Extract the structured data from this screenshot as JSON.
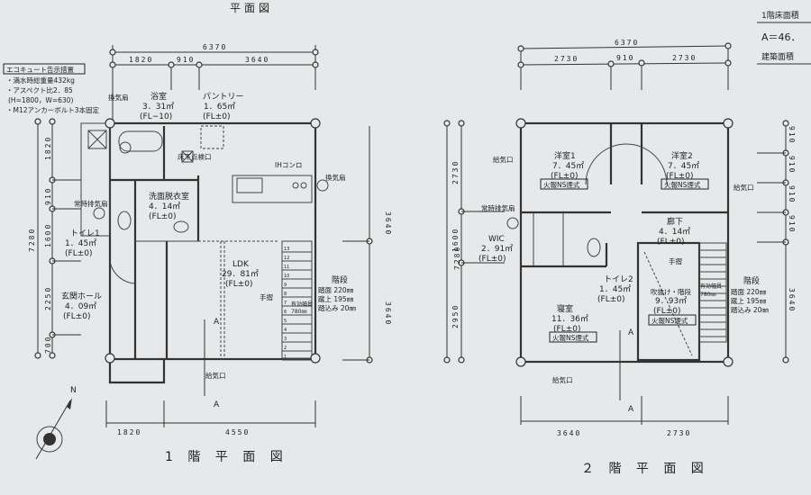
{
  "header": {
    "partial_title": "平面図"
  },
  "area_table": {
    "floor1_label": "1階床面積",
    "floor1_value": "A＝46．",
    "building_area_label": "建築面積"
  },
  "floor1": {
    "title": "1 階 平 面 図",
    "dims_top": {
      "total": "6370",
      "segments": [
        "1820",
        "910",
        "3640"
      ]
    },
    "dims_left": {
      "total": "7280",
      "segments": [
        "1820",
        "910",
        "1600",
        "2250",
        "700"
      ]
    },
    "dims_right": [
      "3640",
      "3640"
    ],
    "dims_bottom": [
      "1820",
      "4550"
    ],
    "ecocute_note": {
      "title": "エコキュート告示措置",
      "lines": [
        "・満水時総重量432kg",
        "・アスペクト比2．85",
        "(H=1800，W=630)",
        "・M12アンカーボルト3本固定"
      ]
    },
    "rooms": [
      {
        "name": "浴室",
        "area": "3．31㎡",
        "fl": "(FL−10)"
      },
      {
        "name": "パントリー",
        "area": "1．65㎡",
        "fl": "(FL±0)"
      },
      {
        "name": "洗面脱衣室",
        "area": "4．14㎡",
        "fl": "(FL±0)"
      },
      {
        "name": "トイレ1",
        "area": "1．45㎡",
        "fl": "(FL±0)"
      },
      {
        "name": "玄関ホール",
        "area": "4．09㎡",
        "fl": "(FL±0)"
      },
      {
        "name": "LDK",
        "area": "29．81㎡",
        "fl": "(FL±0)"
      }
    ],
    "labels": {
      "exhaust": "換気扇",
      "underfloor": "床下点検口",
      "ih": "IHコンロ",
      "exhaust2": "換気扇",
      "constant_exhaust": "常時排気扇",
      "handrail": "手摺",
      "intake": "給気口",
      "section_a": "A",
      "section_a2": "A",
      "stair_width": "有効幅員",
      "stair_width_val": "780㎜"
    },
    "stairs": {
      "title": "階段",
      "lines": [
        "踏面 220㎜",
        "蹴上 195㎜",
        "踏込み 20㎜"
      ],
      "steps": [
        "13",
        "12",
        "11",
        "10",
        "9",
        "8",
        "7",
        "6",
        "5",
        "4",
        "3",
        "2",
        "1"
      ]
    },
    "compass": "N"
  },
  "floor2": {
    "title": "２ 階 平 面 図",
    "dims_top": {
      "total": "6370",
      "segments": [
        "2730",
        "910",
        "2730"
      ]
    },
    "dims_left": {
      "total": "7280",
      "segments": [
        "2730",
        "1600",
        "2950"
      ]
    },
    "dims_right": [
      "910",
      "910",
      "910",
      "910",
      "3640"
    ],
    "dims_bottom": [
      "3640",
      "2730"
    ],
    "rooms": [
      {
        "name": "洋室1",
        "area": "7．45㎡",
        "fl": "(FL±0)",
        "badge": "火報NS煙式"
      },
      {
        "name": "洋室2",
        "area": "7．45㎡",
        "fl": "(FL±0)",
        "badge": "火報NS煙式"
      },
      {
        "name": "WIC",
        "area": "2．91㎡",
        "fl": "(FL±0)"
      },
      {
        "name": "廊下",
        "area": "4．14㎡",
        "fl": "(FL±0)"
      },
      {
        "name": "トイレ2",
        "area": "1．45㎡",
        "fl": "(FL±0)"
      },
      {
        "name": "寝室",
        "area": "11．36㎡",
        "fl": "(FL±0)",
        "badge": "火報NS煙式"
      },
      {
        "name": "吹抜け・階段",
        "area": "9．93㎡",
        "fl": "(FL±0)",
        "badge": "火報NS煙式"
      }
    ],
    "labels": {
      "intake1": "給気口",
      "intake2": "給気口",
      "intake3": "給気口",
      "constant_exhaust": "常時排気扇",
      "handrail": "手摺",
      "section_a": "A",
      "section_a2": "A",
      "stair_width": "有効幅員",
      "stair_width_val": "780㎜"
    },
    "stairs": {
      "title": "階段",
      "lines": [
        "踏面 220㎜",
        "蹴上 195㎜",
        "踏込み 20㎜"
      ]
    }
  }
}
